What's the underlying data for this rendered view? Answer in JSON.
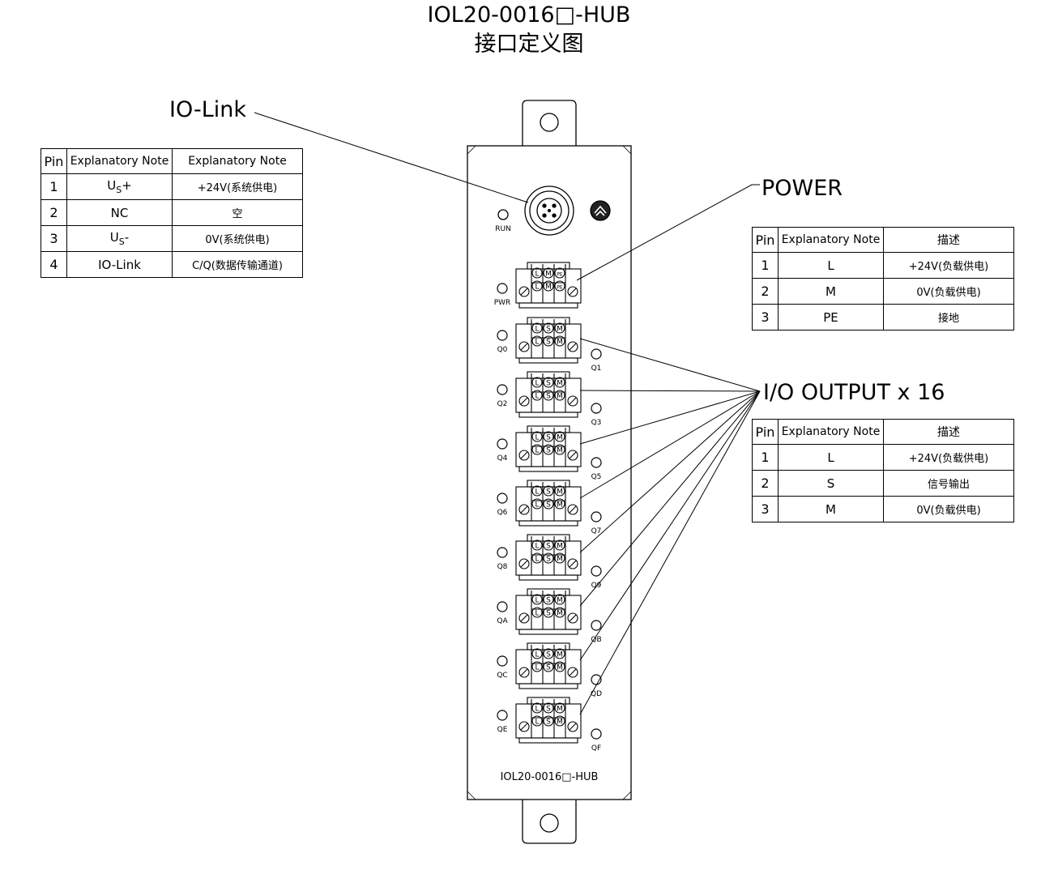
{
  "title": {
    "line1": "IOL20-0016□-HUB",
    "line2": "接口定义图"
  },
  "device": {
    "model_label": "IOL20-0016□-HUB",
    "run_led": "RUN",
    "pwr_led": "PWR",
    "outputs": [
      "Q0",
      "Q1",
      "Q2",
      "Q3",
      "Q4",
      "Q5",
      "Q6",
      "Q7",
      "Q8",
      "Q9",
      "QA",
      "QB",
      "QC",
      "QD",
      "QE",
      "QF"
    ],
    "power_terminal": [
      "L",
      "M",
      "PE"
    ],
    "io_terminal": [
      "L",
      "S",
      "M"
    ]
  },
  "callouts": {
    "iolink": "IO-Link",
    "power": "POWER",
    "io_output": "I/O OUTPUT x 16"
  },
  "iolink_table": {
    "headers": [
      "Pin",
      "Explanatory Note",
      "Explanatory Note"
    ],
    "rows": [
      {
        "pin": "1",
        "sig": "U",
        "sub": "S",
        "suffix": "+",
        "desc": "+24V(系统供电)"
      },
      {
        "pin": "2",
        "sig": "NC",
        "sub": "",
        "suffix": "",
        "desc": "空"
      },
      {
        "pin": "3",
        "sig": "U",
        "sub": "S",
        "suffix": "-",
        "desc": "0V(系统供电)"
      },
      {
        "pin": "4",
        "sig": "IO-Link",
        "sub": "",
        "suffix": "",
        "desc": "C/Q(数据传输通道)"
      }
    ]
  },
  "power_table": {
    "headers": [
      "Pin",
      "Explanatory Note",
      "描述"
    ],
    "rows": [
      {
        "pin": "1",
        "sig": "L",
        "desc": "+24V(负载供电)"
      },
      {
        "pin": "2",
        "sig": "M",
        "desc": "0V(负载供电)"
      },
      {
        "pin": "3",
        "sig": "PE",
        "desc": "接地"
      }
    ]
  },
  "io_table": {
    "headers": [
      "Pin",
      "Explanatory Note",
      "描述"
    ],
    "rows": [
      {
        "pin": "1",
        "sig": "L",
        "desc": "+24V(负载供电)"
      },
      {
        "pin": "2",
        "sig": "S",
        "desc": "信号输出"
      },
      {
        "pin": "3",
        "sig": "M",
        "desc": "0V(负载供电)"
      }
    ]
  }
}
